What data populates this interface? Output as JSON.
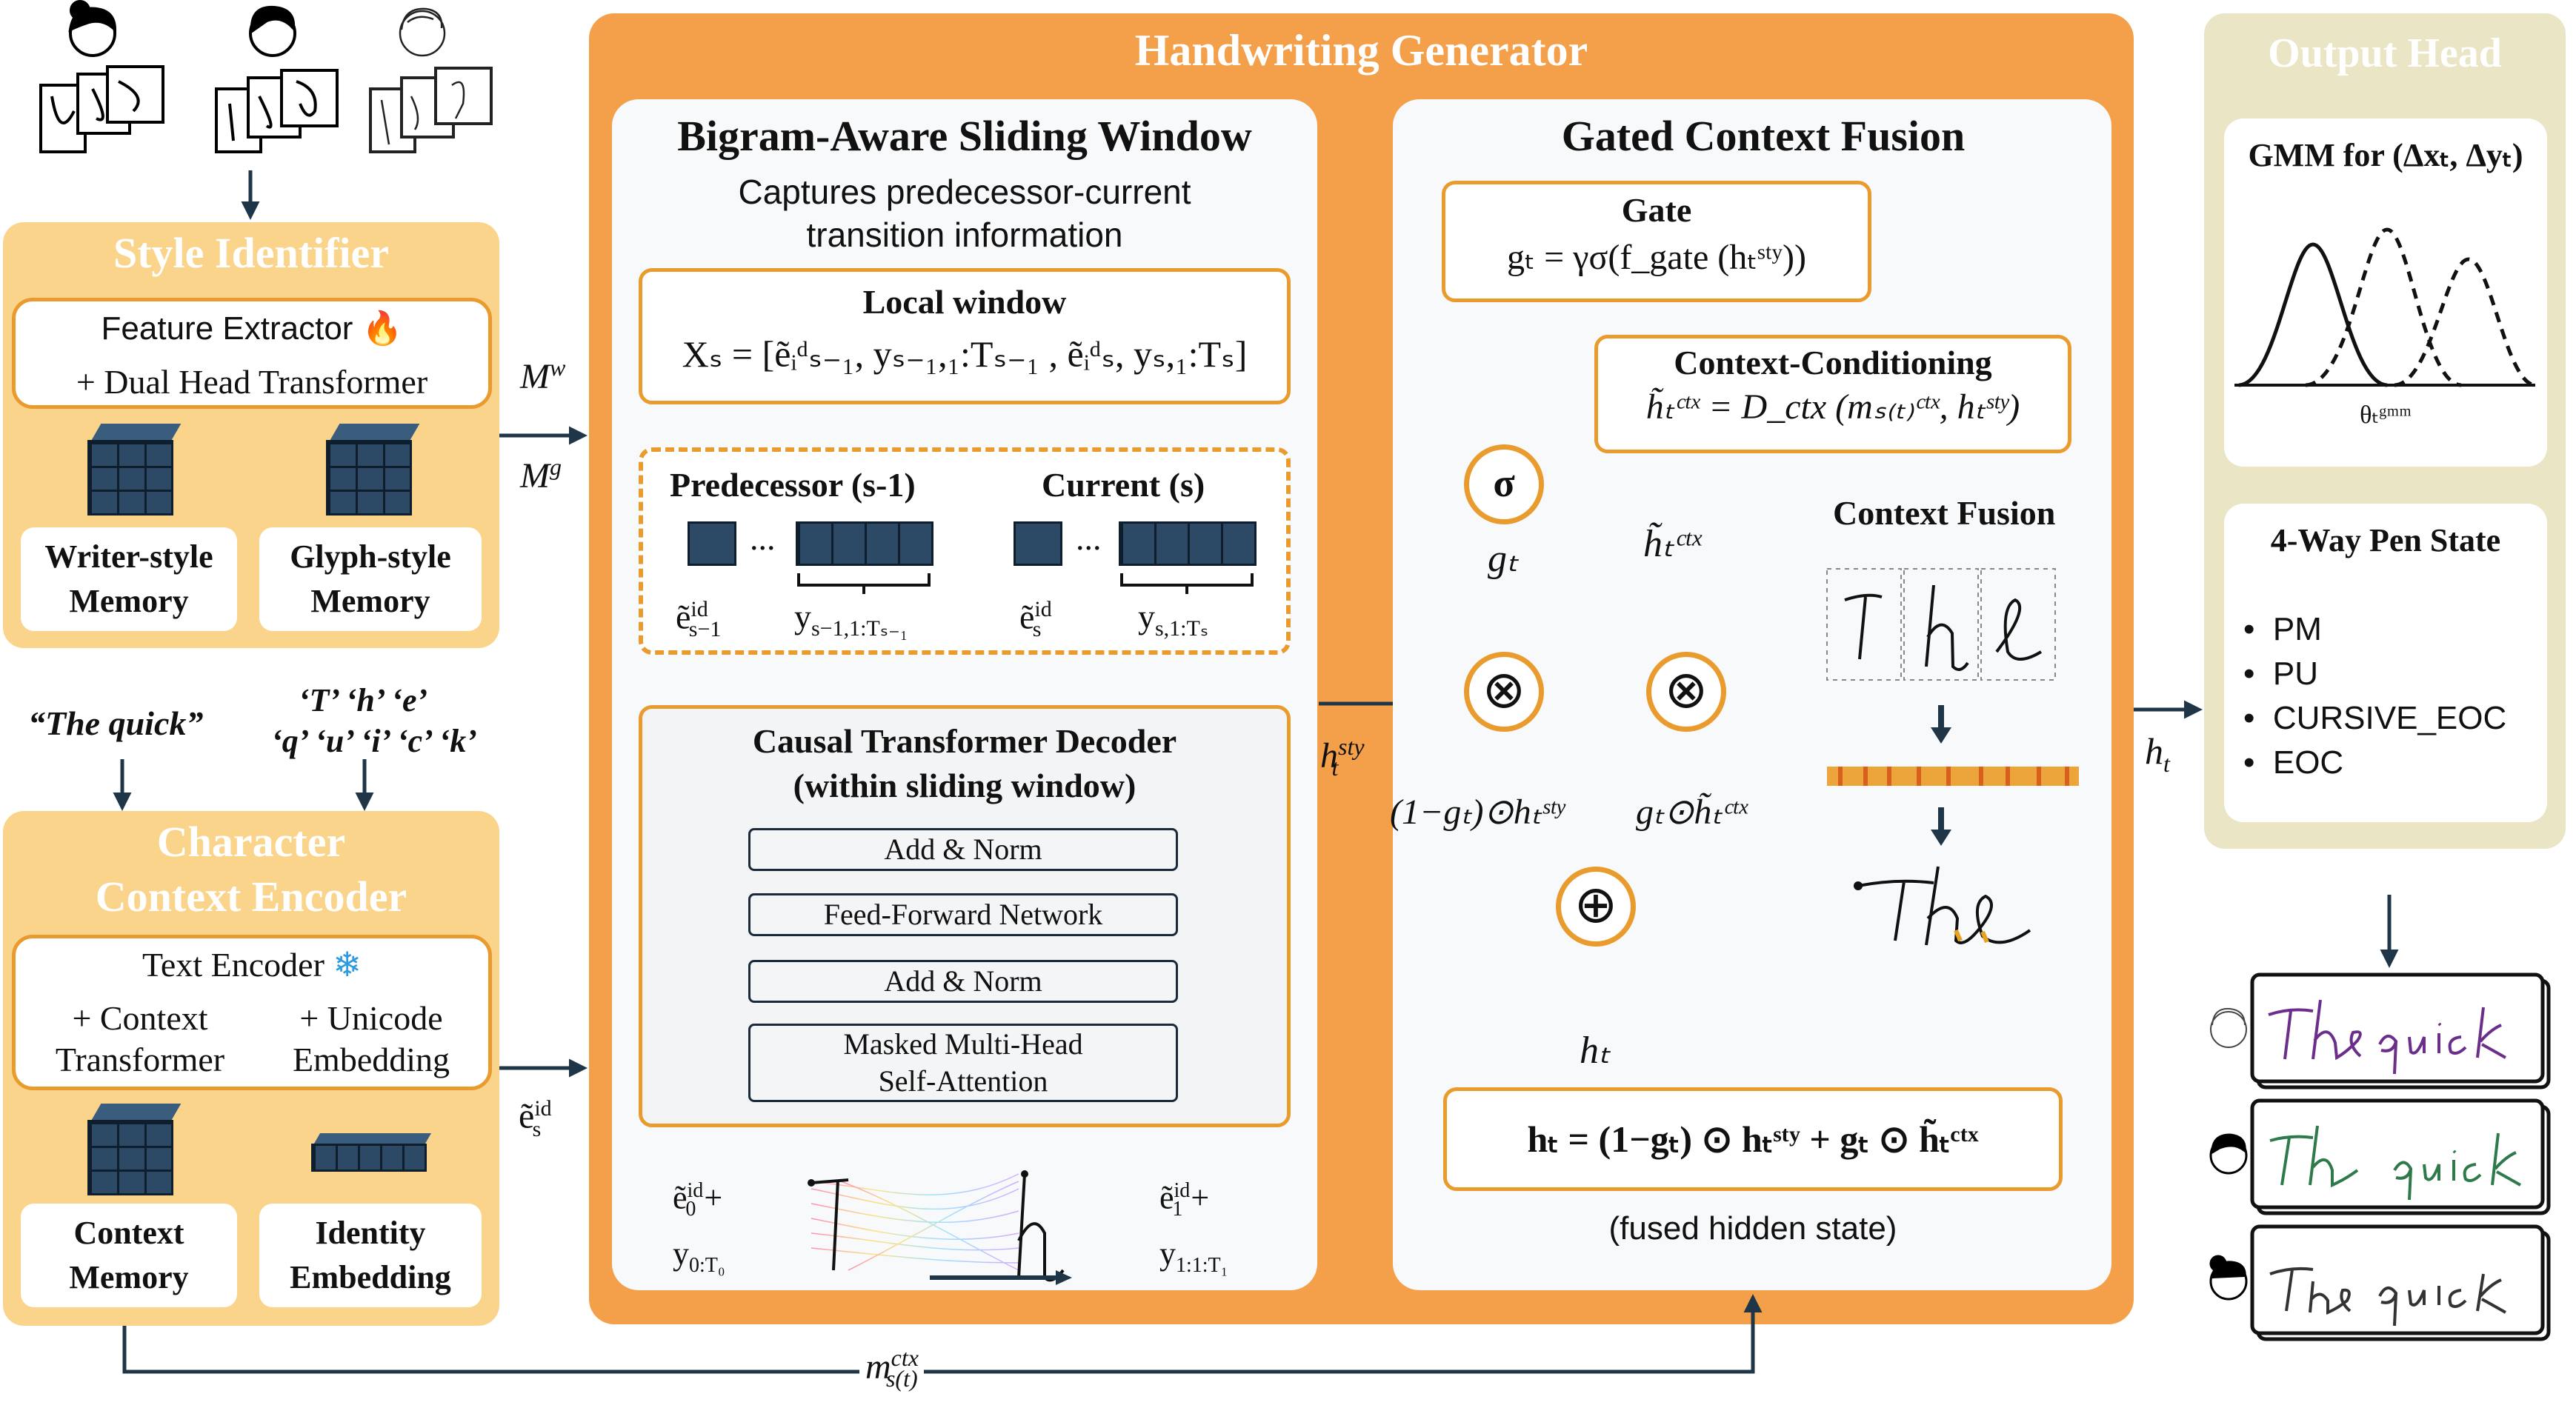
{
  "generator": {
    "title": "Handwriting Generator"
  },
  "output_head": {
    "title": "Output Head",
    "gmm_title": "GMM for (Δxₜ, Δyₜ)",
    "gmm_label": "θₜᵍᵐᵐ",
    "pen_title": "4-Way Pen State",
    "pen_states": [
      "PM",
      "PU",
      "CURSIVE_EOC",
      "EOC"
    ]
  },
  "style_identifier": {
    "title": "Style Identifier",
    "extractor_line1": "Feature Extractor",
    "extractor_line2": "+ Dual Head Transformer",
    "writer_memory_1": "Writer-style",
    "writer_memory_2": "Memory",
    "glyph_memory_1": "Glyph-style",
    "glyph_memory_2": "Memory",
    "mw_base": "M",
    "mw_sup": "w",
    "mg_base": "M",
    "mg_sup": "g"
  },
  "text_inputs": {
    "phrase": "“The quick”",
    "chars_row1": "‘T’ ‘h’ ‘e’",
    "chars_row2": "‘q’ ‘u’ ‘i’ ‘c’ ‘k’"
  },
  "char_encoder": {
    "title_1": "Character",
    "title_2": "Context Encoder",
    "text_encoder": "Text Encoder",
    "context_transformer_1": "+ Context",
    "context_transformer_2": "Transformer",
    "unicode_embedding_1": "+ Unicode",
    "unicode_embedding_2": "Embedding",
    "context_memory_1": "Context",
    "context_memory_2": "Memory",
    "identity_embedding_1": "Identity",
    "identity_embedding_2": "Embedding",
    "e_label": "ẽ",
    "e_sup": "id",
    "e_sub": "s"
  },
  "sliding_window": {
    "title": "Bigram-Aware Sliding Window",
    "subtitle_1": "Captures predecessor-current",
    "subtitle_2": "transition information",
    "local_window_title": "Local window",
    "local_window_formula": "Xₛ = [ẽᵢᵈₛ₋₁, yₛ₋₁,₁:Tₛ₋₁ , ẽᵢᵈₛ, yₛ,₁:Tₛ]",
    "predecessor": "Predecessor (s-1)",
    "current": "Current (s)",
    "dots": "...",
    "pred_e": "ẽ",
    "pred_e_sup": "id",
    "pred_e_sub": "s−1",
    "pred_y": "y",
    "pred_y_sub": "s−1,1:Tₛ₋₁",
    "cur_e": "ẽ",
    "cur_e_sup": "id",
    "cur_e_sub": "s",
    "cur_y": "y",
    "cur_y_sub": "s,1:Tₛ",
    "decoder_title_1": "Causal Transformer Decoder",
    "decoder_title_2": "(within sliding window)",
    "layers": [
      "Add & Norm",
      "Feed-Forward Network",
      "Add & Norm",
      "Masked Multi-Head",
      "Self-Attention"
    ],
    "bottom_left_e": "ẽ",
    "bottom_left_e_sup": "id",
    "bottom_left_e_sub": "0",
    "bottom_left_plus": "+",
    "bottom_left_y": "y",
    "bottom_left_y_sub": "0:T₀",
    "bottom_right_e": "ẽ",
    "bottom_right_e_sup": "id",
    "bottom_right_e_sub": "1",
    "bottom_right_plus": "+",
    "bottom_right_y": "y",
    "bottom_right_y_sub": "1:1:T₁"
  },
  "gated_fusion": {
    "title": "Gated Context Fusion",
    "gate_title": "Gate",
    "gate_formula": "gₜ = γσ(f_gate (hₜˢᵗʸ))",
    "cc_title": "Context-Conditioning",
    "cc_formula": "h̃ₜᶜᵗˣ = D_ctx (mₛ₍ₜ₎ᶜᵗˣ, hₜˢᵗʸ)",
    "sigma": "σ",
    "g_t": "gₜ",
    "h_tilde": "h̃ₜᶜᵗˣ",
    "times": "⊗",
    "plus": "⊕",
    "left_prod": "(1−gₜ)⊙hₜˢᵗʸ",
    "right_prod": "gₜ⊙h̃ₜᶜᵗˣ",
    "h_out": "hₜ",
    "context_fusion_title": "Context Fusion",
    "final_formula": "hₜ = (1−gₜ) ⊙ hₜˢᵗʸ + gₜ ⊙ h̃ₜᶜᵗˣ",
    "fused_label": "(fused hidden state)"
  },
  "arrows": {
    "h_sty": "h",
    "h_sty_sup": "sty",
    "h_sty_sub": "t",
    "h_t": "h",
    "h_t_sub": "t",
    "m_ctx": "m",
    "m_ctx_sup": "ctx",
    "m_ctx_sub": "s(t)"
  },
  "colors": {
    "orange": "#F4A04A",
    "tan": "#FBD48C",
    "khaki": "#E9E5C5",
    "navy": "#2C4A66",
    "dash_blue": "#2B7BB9",
    "border": "#E99B2E"
  }
}
